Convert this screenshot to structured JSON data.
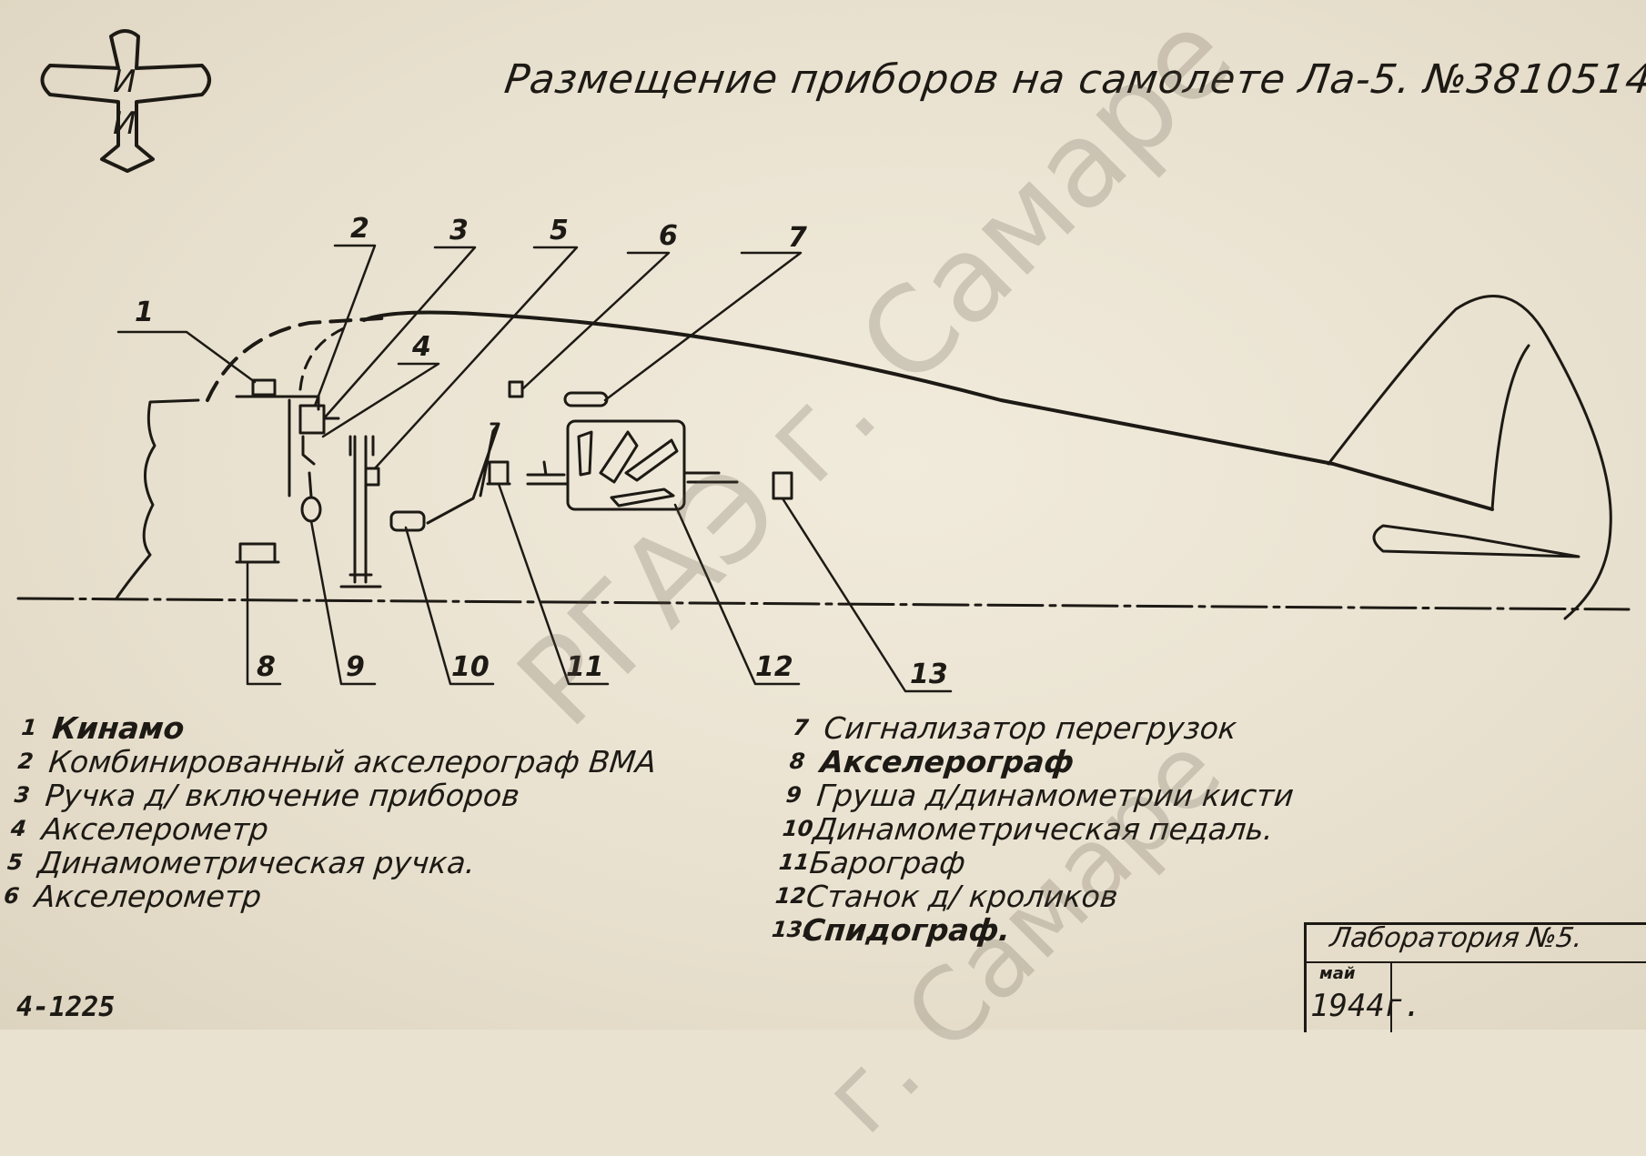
{
  "title": "Размещение приборов на самолете Ла-5. №3810514.",
  "emblem_letters": [
    "И",
    "И"
  ],
  "callouts": [
    "1",
    "2",
    "3",
    "4",
    "5",
    "6",
    "7",
    "8",
    "9",
    "10",
    "11",
    "12",
    "13"
  ],
  "legend_left": [
    {
      "n": "1",
      "text": "Кинамо"
    },
    {
      "n": "2",
      "text": "Комбинированный акселерограф ВМА"
    },
    {
      "n": "3",
      "text": "Ручка д/ включение приборов"
    },
    {
      "n": "4",
      "text": "Акселерометр"
    },
    {
      "n": "5",
      "text": "Динамометрическая ручка."
    },
    {
      "n": "6",
      "text": "Акселерометр"
    }
  ],
  "legend_right": [
    {
      "n": "7",
      "text": "Сигнализатор перегрузок"
    },
    {
      "n": "8",
      "text": "Акселерограф"
    },
    {
      "n": "9",
      "text": "Груша д/динамометрии кисти"
    },
    {
      "n": "10",
      "text": "Динамометрическая педаль."
    },
    {
      "n": "11",
      "text": "Барограф"
    },
    {
      "n": "12",
      "text": "Станок д/ кроликов"
    },
    {
      "n": "13.",
      "text": "Спидограф."
    }
  ],
  "stamp": {
    "title": "Лаборатория №5.",
    "month": "май",
    "year": "1944г."
  },
  "archive_number": "4-1225",
  "watermark": [
    "РГАЭ г. Самаре",
    "г. Самаре"
  ],
  "colors": {
    "paper": "#e9e2d1",
    "ink": "#1d1a15"
  }
}
